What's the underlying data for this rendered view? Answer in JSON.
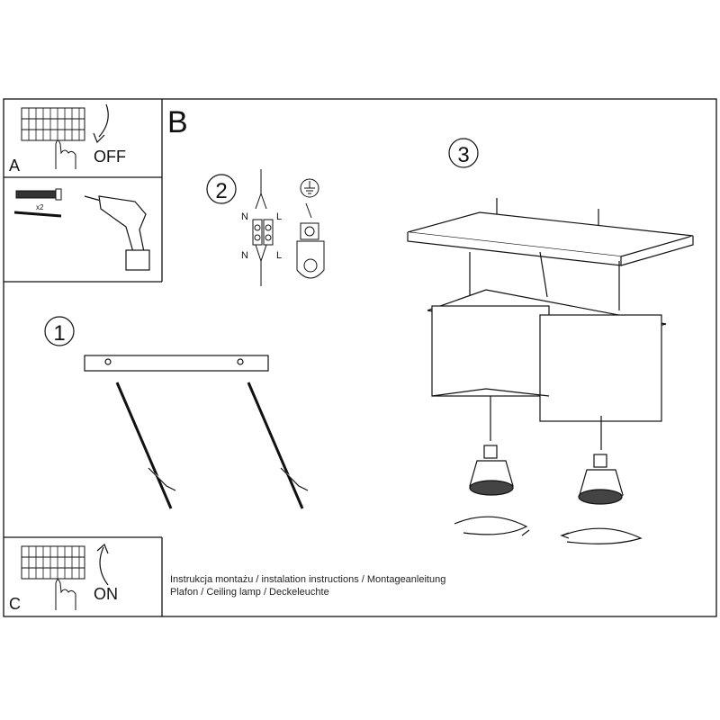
{
  "panel_a": {
    "label": "A",
    "action": "OFF"
  },
  "panel_tools": {
    "quantity": "x2"
  },
  "panel_b": {
    "label": "B"
  },
  "step1": {
    "number": "1"
  },
  "step2": {
    "number": "2",
    "top_left": "N",
    "top_right": "L",
    "bottom_left": "N",
    "bottom_right": "L"
  },
  "step3": {
    "number": "3"
  },
  "panel_c": {
    "label": "C",
    "action": "ON"
  },
  "footer": {
    "line1": "Instrukcja montażu / instalation instructions / Montageanleitung",
    "line2": "Plafon / Ceiling lamp / Deckeleuchte"
  },
  "colors": {
    "line": "#111111",
    "background": "#ffffff"
  }
}
